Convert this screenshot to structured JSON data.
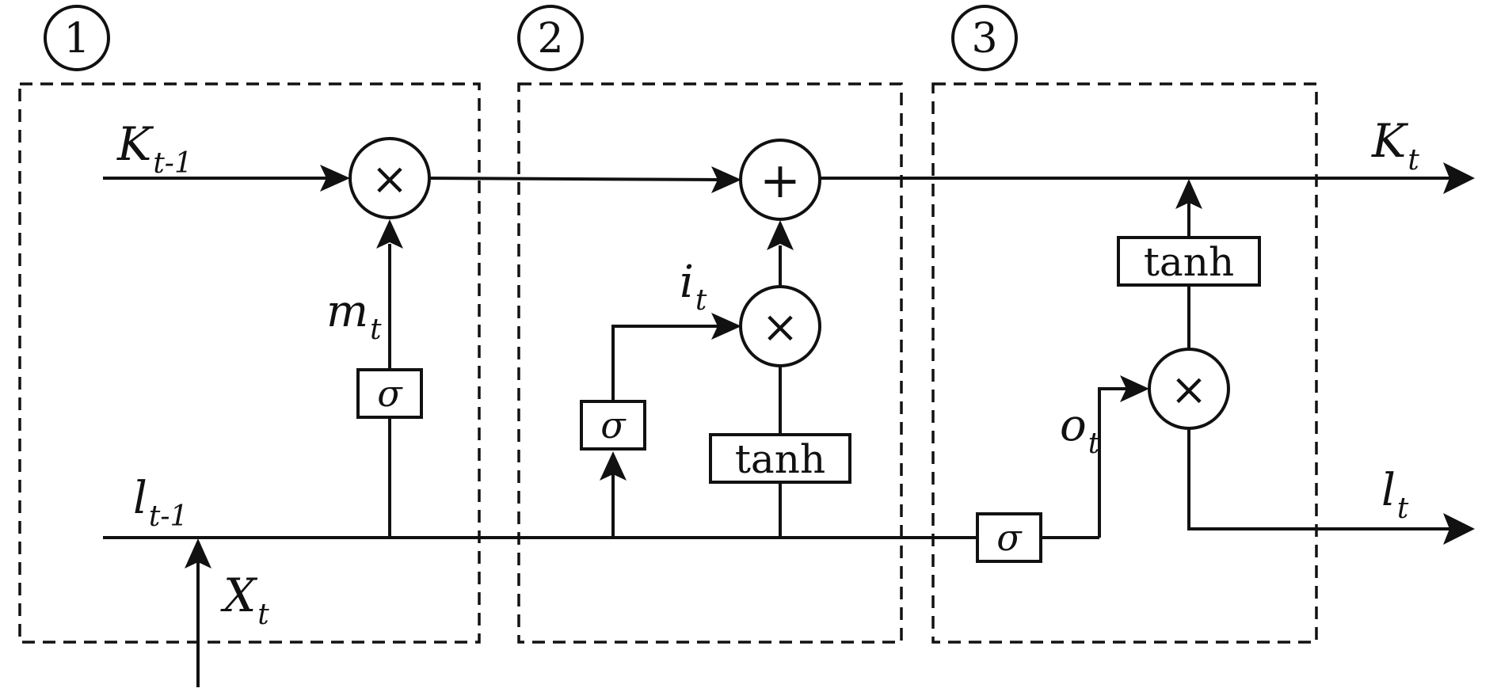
{
  "stages": [
    {
      "number": "1"
    },
    {
      "number": "2"
    },
    {
      "number": "3"
    }
  ],
  "labels": {
    "k_prev": {
      "main": "K",
      "sub": "t-1"
    },
    "k_out": {
      "main": "K",
      "sub": "t"
    },
    "l_prev": {
      "main": "l",
      "sub": "t-1"
    },
    "l_out": {
      "main": "l",
      "sub": "t"
    },
    "x_in": {
      "main": "X",
      "sub": "t"
    },
    "m_gate": {
      "main": "m",
      "sub": "t"
    },
    "i_gate": {
      "main": "i",
      "sub": "t"
    },
    "o_gate": {
      "main": "o",
      "sub": "t"
    }
  },
  "ops": {
    "multiply": "×",
    "add": "+",
    "sigma": "σ",
    "tanh": "tanh"
  }
}
